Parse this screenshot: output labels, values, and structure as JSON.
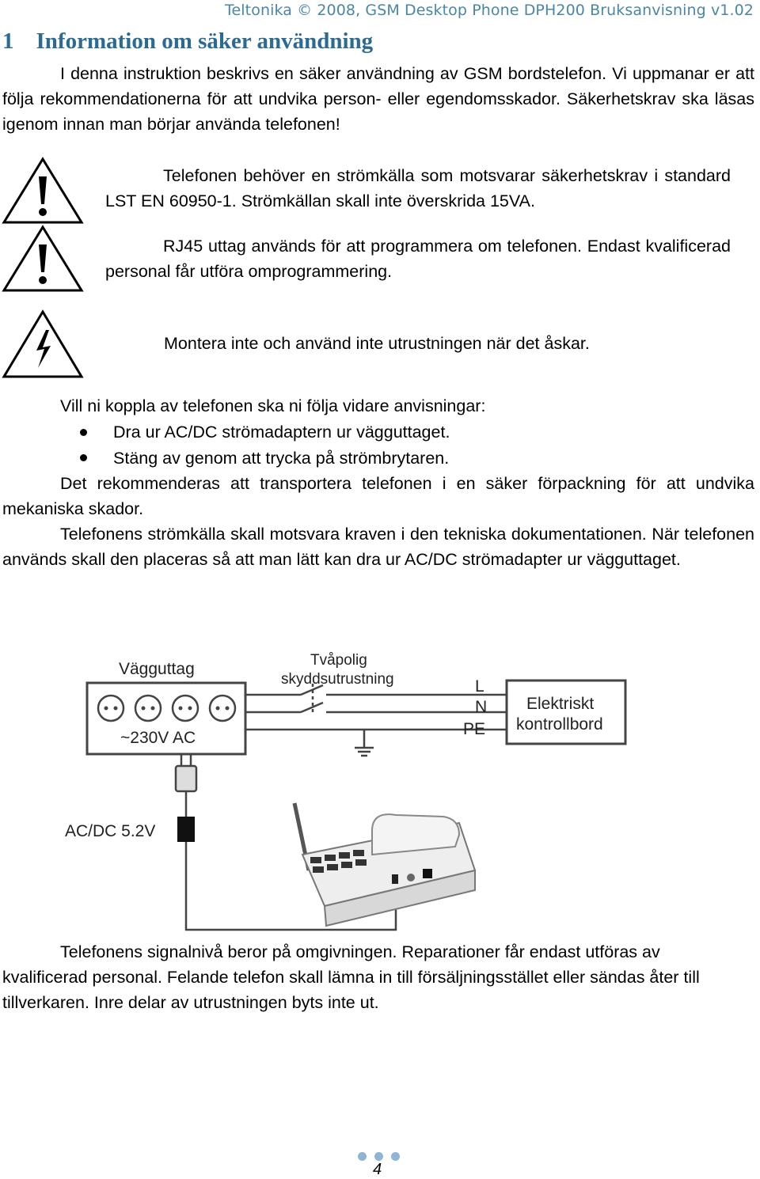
{
  "header": {
    "text": "Teltonika © 2008, GSM Desktop Phone DPH200 Bruksanvisning v1.02"
  },
  "section": {
    "number": "1",
    "title": "Information om säker användning"
  },
  "intro": "I denna instruktion beskrivs en säker användning av GSM bordstelefon. Vi uppmanar er att följa rekommendationerna för att undvika person- eller egendomsskador. Säkerhetskrav ska läsas igenom innan man börjar använda telefonen!",
  "warnings": [
    {
      "icon": "exclamation-warning-icon",
      "text": "Telefonen behöver en strömkälla som motsvarar säkerhetskrav i standard LST EN 60950-1. Strömkällan skall inte överskrida 15VA."
    },
    {
      "icon": "exclamation-warning-icon",
      "text": "RJ45 uttag används för att programmera om telefonen. Endast kvalificerad personal får utföra omprogrammering."
    },
    {
      "icon": "lightning-warning-icon",
      "text": "Montera inte och använd inte utrustningen när det åskar."
    }
  ],
  "disconnect_intro": "Vill ni koppla av telefonen ska ni följa vidare anvisningar:",
  "bullets": [
    "Dra ur AC/DC strömadaptern ur vägguttaget.",
    "Stäng av genom att trycka på strömbrytaren."
  ],
  "para_transport": "Det rekommenderas att transportera telefonen i en säker förpackning för att undvika mekaniska skador.",
  "para_power": "Telefonens strömkälla skall motsvara kraven i den tekniska dokumentationen. När telefonen används skall den placeras så att man lätt kan dra ur AC/DC strömadapter ur vägguttaget.",
  "diagram": {
    "wall_outlet": "Vägguttag",
    "voltage": "~230V AC",
    "breaker": [
      "Tvåpolig",
      "skyddsutrustning"
    ],
    "lines": [
      "L",
      "N",
      "PE"
    ],
    "panel": [
      "Elektriskt",
      "kontrollbord"
    ],
    "adapter": "AC/DC 5.2V"
  },
  "para_signal": "Telefonens signalnivå beror på omgivningen. Reparationer får endast utföras av kvalificerad personal. Felande telefon skall lämna in till försäljningsstället eller sändas åter till tillverkaren. Inre delar av utrustningen byts inte ut.",
  "page_number": "4"
}
